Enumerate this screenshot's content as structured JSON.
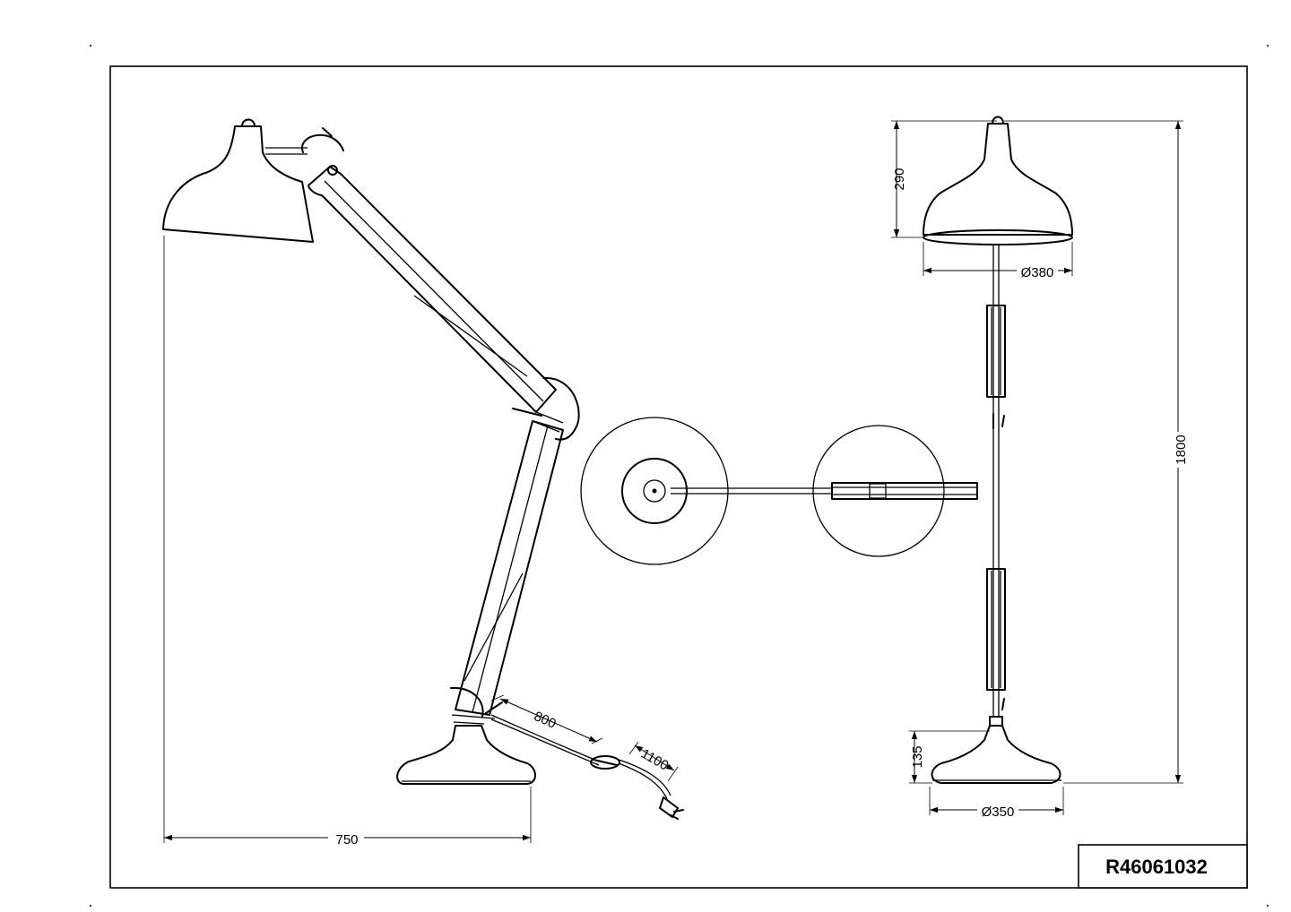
{
  "part_number": "R46061032",
  "dimensions": {
    "base_reach": "750",
    "cable_to_switch": "800",
    "cable_after_switch": "1100",
    "shade_height": "290",
    "shade_diameter": "Ø380",
    "total_height": "1800",
    "base_height": "135",
    "base_diameter": "Ø350"
  }
}
